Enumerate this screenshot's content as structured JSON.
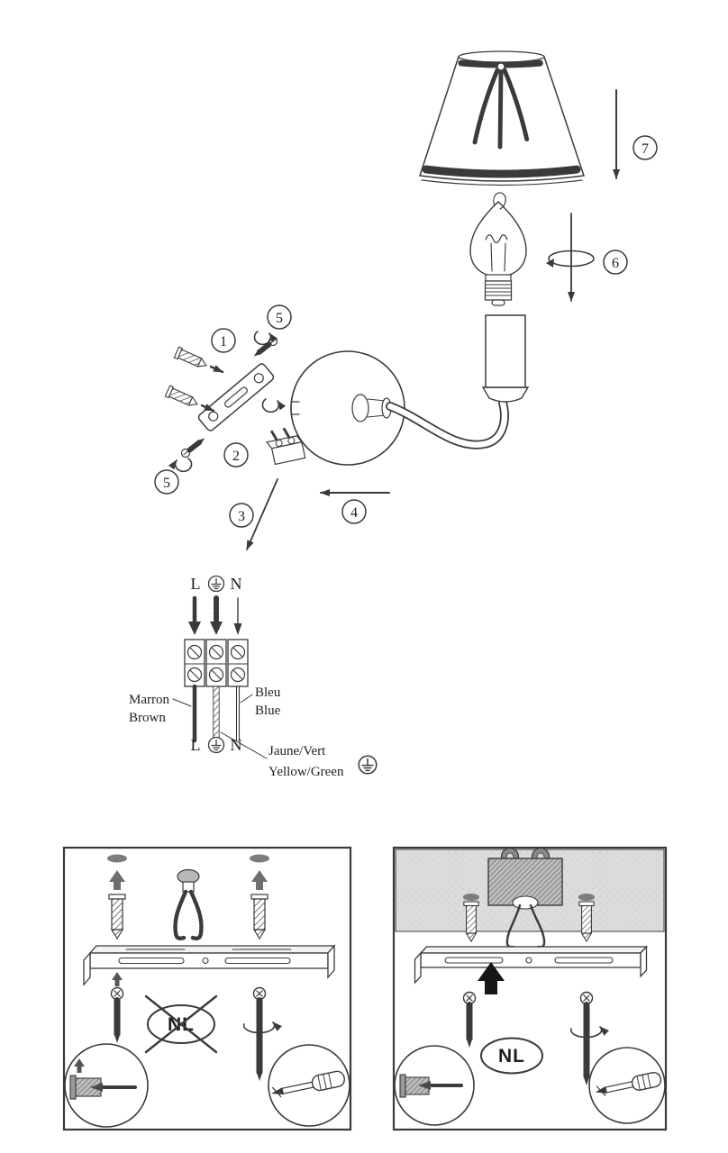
{
  "diagram": {
    "colors": {
      "ink": "#3a3a3a",
      "wall_gray": "#dcdcdc",
      "hole_gray": "#7d7d7d",
      "metal_gray": "#6e6e6e"
    },
    "steps": {
      "s1": "1",
      "s2": "2",
      "s3": "3",
      "s4": "4",
      "s5_top": "5",
      "s5_bottom": "5",
      "s6": "6",
      "s7": "7"
    },
    "wiring": {
      "top_l": "L",
      "top_n": "N",
      "bottom_l": "L",
      "bottom_n": "N",
      "brown_fr": "Marron",
      "brown_en": "Brown",
      "blue_fr": "Bleu",
      "blue_en": "Blue",
      "earth_fr": "Jaune/Vert",
      "earth_en": "Yellow/Green"
    },
    "panels": {
      "left_badge": "NL",
      "right_badge": "NL"
    }
  }
}
